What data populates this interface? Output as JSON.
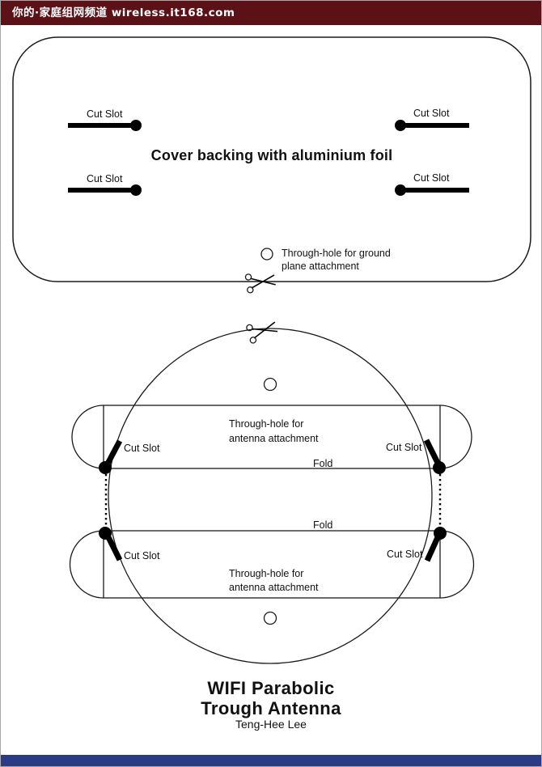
{
  "page": {
    "background": "#ffffff",
    "border_color": "#a8a8a8"
  },
  "header": {
    "text": "你的·家庭组网频道 wireless.it168.com",
    "bg_color": "#5c1117",
    "text_color": "#ffffff"
  },
  "footer": {
    "bg_color": "#2a3a85"
  },
  "foil_template": {
    "title": "Cover backing with aluminium foil",
    "cut_slot": "Cut Slot",
    "through_hole_line1": "Through-hole for ground",
    "through_hole_line2": "plane attachment"
  },
  "trough_template": {
    "cut_slot": "Cut Slot",
    "fold": "Fold",
    "through_hole_line1": "Through-hole for",
    "through_hole_line2": "antenna attachment"
  },
  "title_block": {
    "title_line1": "WIFI Parabolic",
    "title_line2": "Trough Antenna",
    "author": "Teng-Hee Lee"
  }
}
